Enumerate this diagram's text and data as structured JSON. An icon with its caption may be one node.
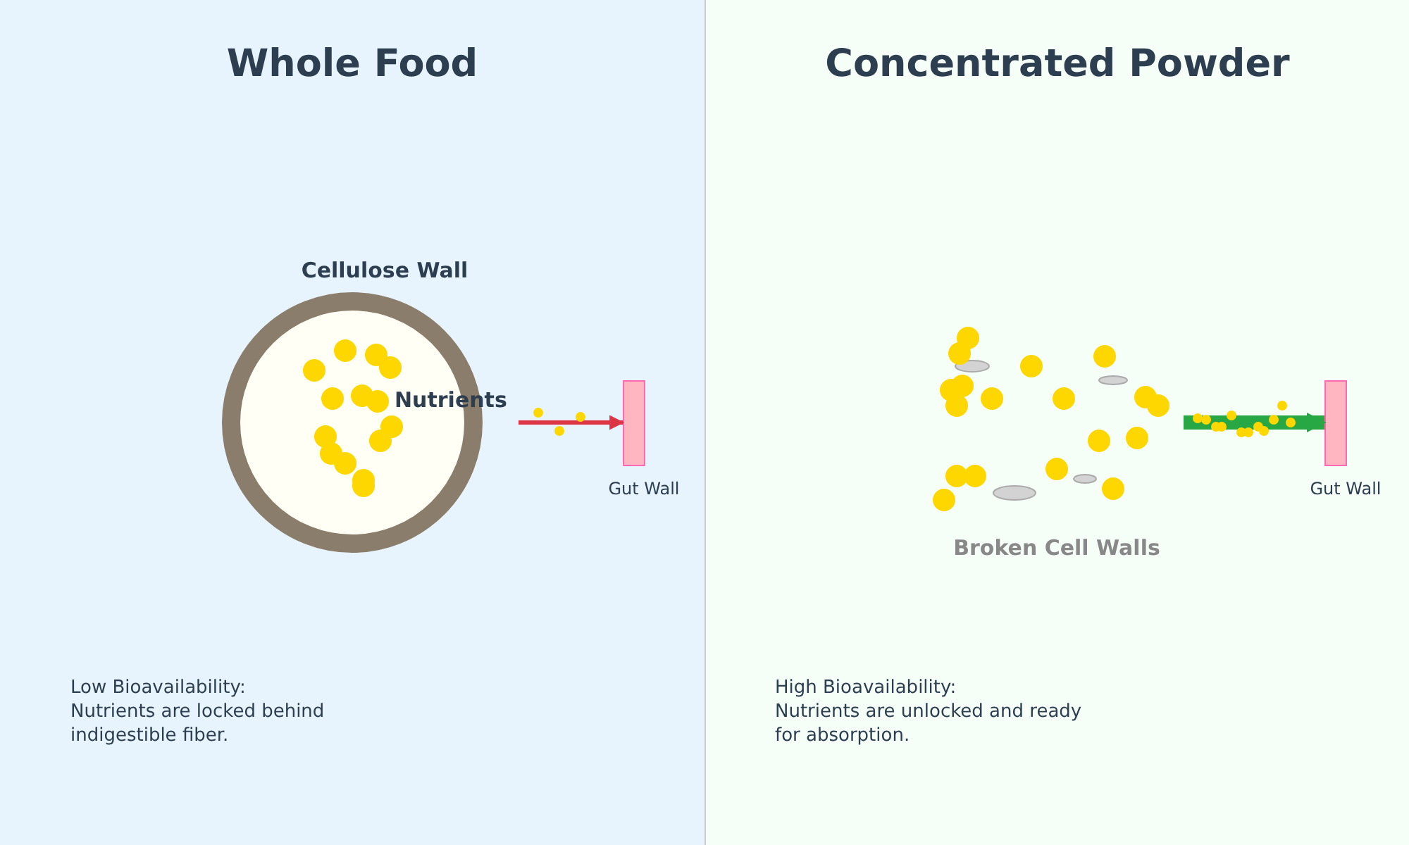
{
  "diagram": {
    "nodes": [
      {
        "text": [
          "Whole Food"
        ]
      },
      {
        "text": [
          "Cellulose Wall",
          "Nutrients"
        ],
        "in": 0
      },
      {
        "text": [],
        "shape": "bar",
        "beside": [
          "Gut Wall"
        ],
        "in": 0
      },
      {
        "text": [
          "Concentrated Powder"
        ]
      },
      {
        "text": [
          "Broken Cell Walls"
        ],
        "in": 3
      },
      {
        "text": [],
        "shape": "bar",
        "beside": [
          "Gut Wall"
        ],
        "in": 3
      }
    ],
    "edges": [
      {
        "from": 1,
        "to": 2,
        "arrow": "to",
        "color": "#dc3545"
      },
      {
        "from": 4,
        "to": 5,
        "arrow": "to",
        "style": "thick",
        "color": "#28a745"
      }
    ],
    "labels": [
      "Low Bioavailability:",
      "Nutrients are locked behind indigestible fiber.",
      "High Bioavailability:",
      "Nutrients are unlocked and ready for absorption."
    ]
  }
}
